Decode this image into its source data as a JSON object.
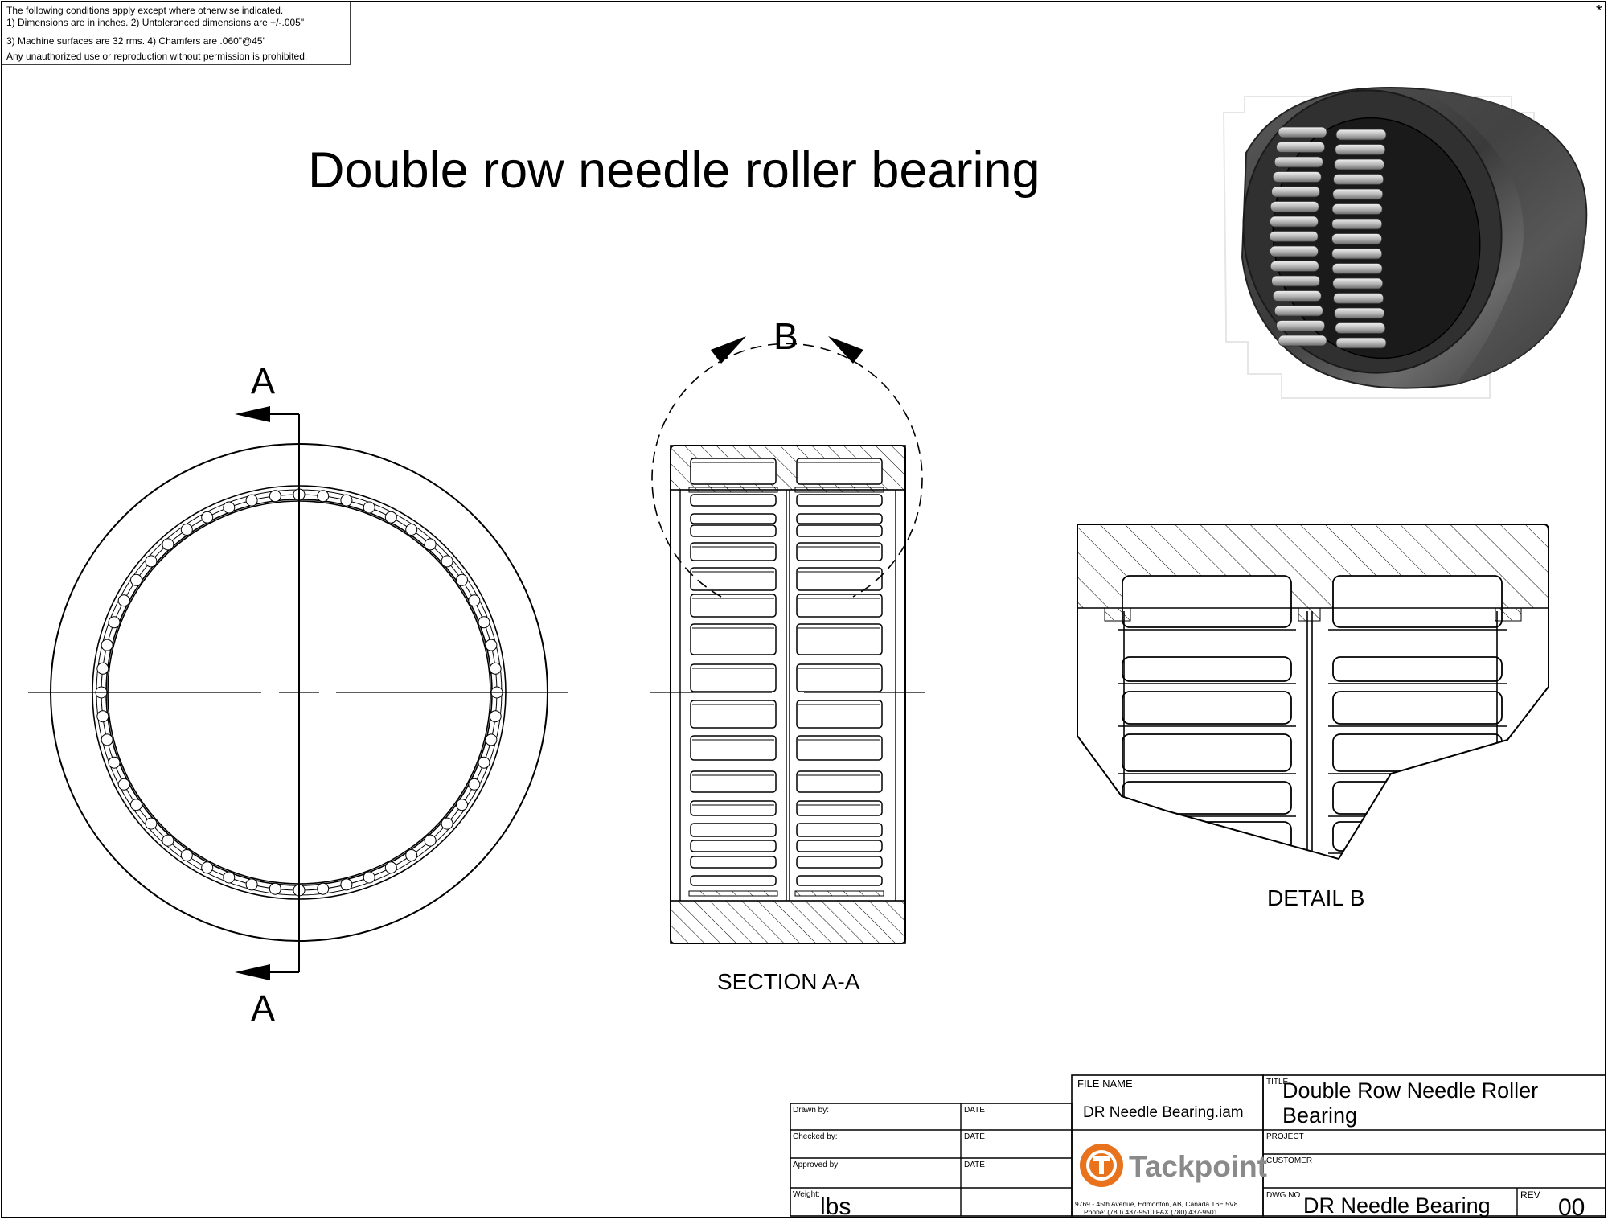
{
  "notes": {
    "line1": "The following conditions apply except where otherwise indicated.",
    "line2": "1) Dimensions are in inches.  2) Untoleranced dimensions are +/-.005\"",
    "line3": "3) Machine surfaces are 32 rms.  4) Chamfers are .060\"@45'",
    "line4": "Any unauthorized use or reproduction without permission is prohibited."
  },
  "corner_mark": "*",
  "title": "Double row needle roller bearing",
  "views": {
    "section_label_top": "A",
    "section_label_bottom": "A",
    "detail_marker": "B",
    "section_caption": "SECTION A-A",
    "detail_caption": "DETAIL  B"
  },
  "title_block": {
    "drawn_by_label": "Drawn by:",
    "checked_by_label": "Checked by:",
    "approved_by_label": "Approved by:",
    "weight_label": "Weight:",
    "weight_unit": "lbs",
    "date_label": "DATE",
    "file_name_label": "FILE NAME",
    "file_name": "DR Needle Bearing.iam",
    "title_label": "TITLE",
    "title_line1": "Double Row Needle Roller",
    "title_line2": "Bearing",
    "project_label": "PROJECT",
    "customer_label": "CUSTOMER",
    "company_name": "Tackpoint",
    "company_address": "9769 - 45th Avenue, Edmonton, AB, Canada T6E 5V8",
    "company_phone": "Phone: (780) 437-9510      FAX (780) 437-9501",
    "dwg_no_label": "DWG NO",
    "dwg_no": "DR Needle Bearing",
    "rev_label": "REV",
    "rev": "00"
  },
  "colors": {
    "line": "#000000",
    "logo_orange": "#e8731c",
    "logo_gray": "#8a8a8a",
    "bearing_dark": "#2e2e2e"
  }
}
